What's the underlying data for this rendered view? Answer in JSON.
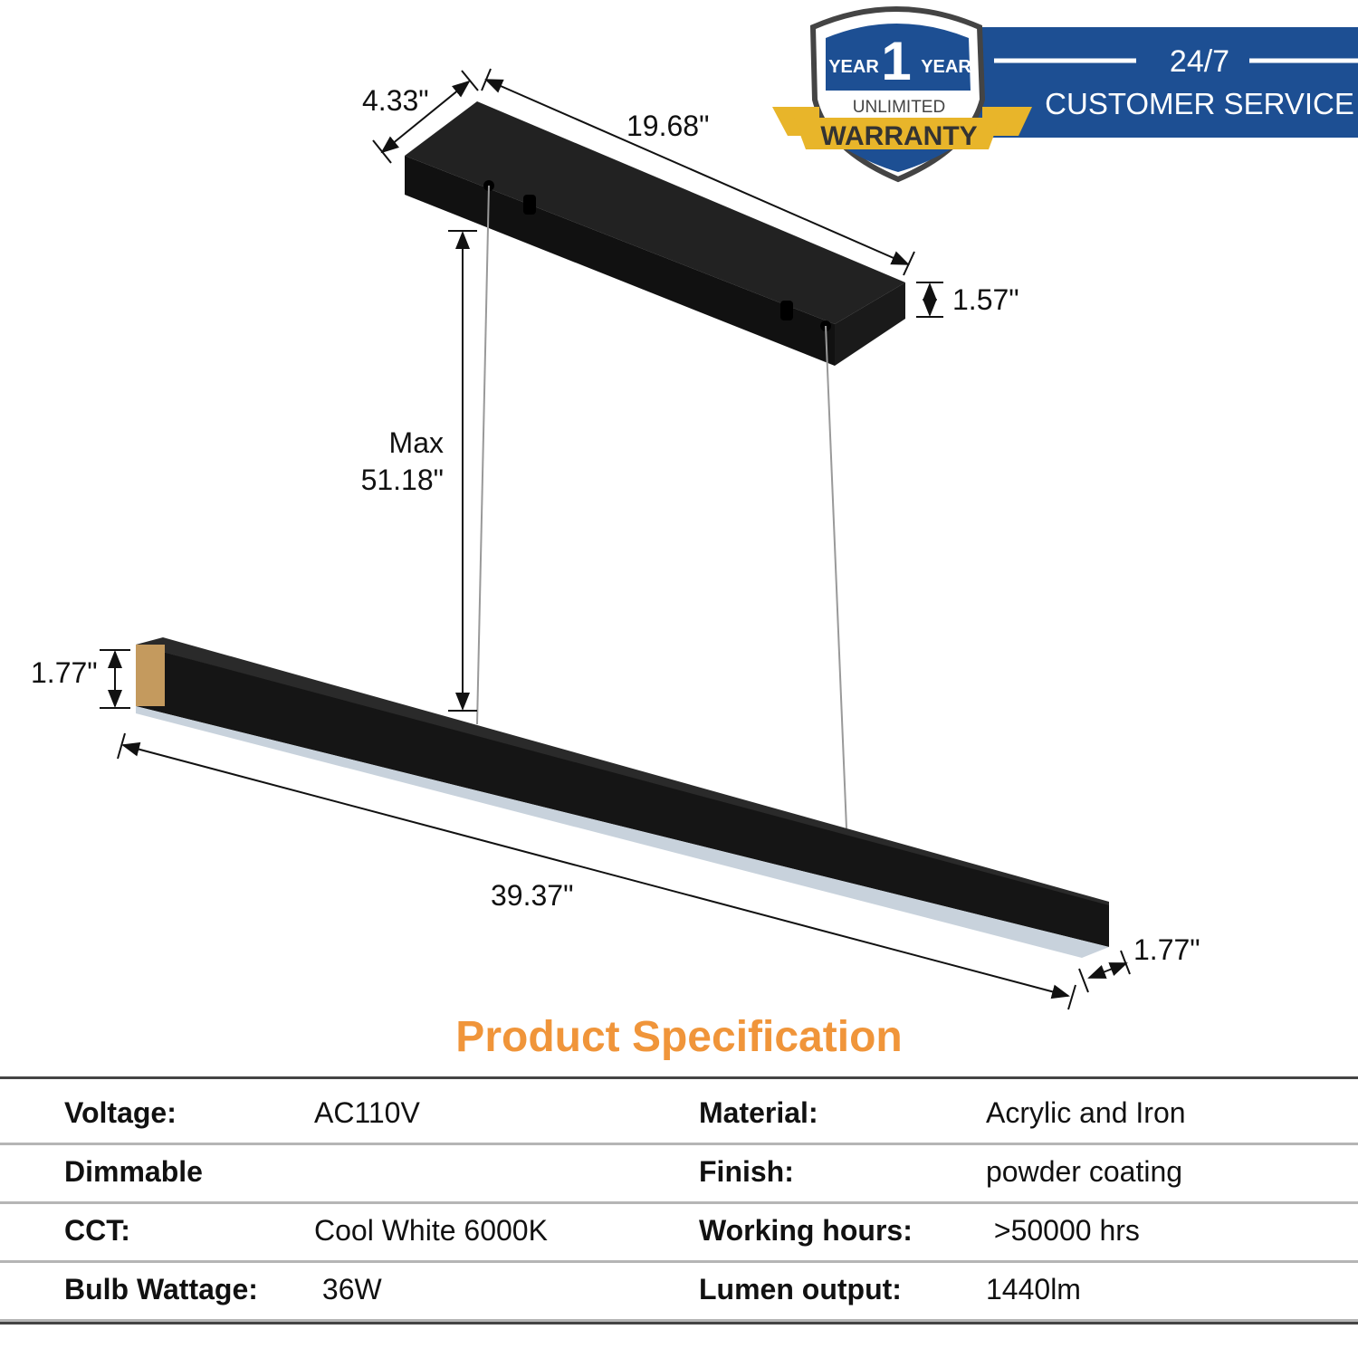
{
  "badge": {
    "year_left": "YEAR",
    "year_number": "1",
    "year_right": "YEAR",
    "unlimited": "UNLIMITED",
    "warranty": "WARRANTY",
    "service_top": "24/7",
    "service_bottom": "CUSTOMER SERVICE",
    "colors": {
      "blue": "#1d4f93",
      "gold": "#e8b52a"
    }
  },
  "dimensions": {
    "canopy_depth": "4.33\"",
    "canopy_length": "19.68\"",
    "canopy_height": "1.57\"",
    "max_label": "Max",
    "max_value": "51.18\"",
    "bar_height_left": "1.77\"",
    "bar_length": "39.37\"",
    "bar_width_right": "1.77\""
  },
  "spec": {
    "title": "Product Specification",
    "title_color": "#f0953a",
    "rows": [
      {
        "l1": "Voltage:",
        "v1": "AC110V",
        "l2": "Material:",
        "v2": "Acrylic and Iron"
      },
      {
        "l1": "Dimmable",
        "v1": "",
        "l2": "Finish:",
        "v2": "powder coating"
      },
      {
        "l1": "CCT:",
        "v1": "Cool White 6000K",
        "l2": "Working hours:",
        "v2": " >50000 hrs"
      },
      {
        "l1": "Bulb Wattage:",
        "v1": " 36W",
        "l2": "Lumen output:",
        "v2": "1440lm"
      }
    ]
  }
}
